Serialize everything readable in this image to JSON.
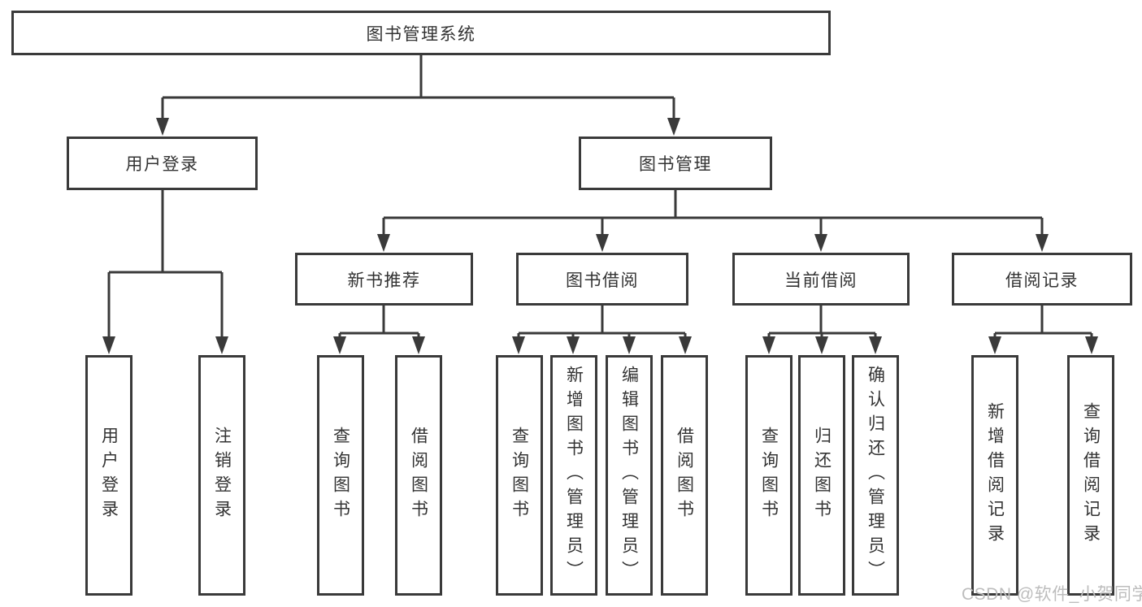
{
  "diagram": {
    "nodes": {
      "root": {
        "label": "图书管理系统"
      },
      "user_login": {
        "label": "用户登录"
      },
      "book_mgmt": {
        "label": "图书管理"
      },
      "new_books": {
        "label": "新书推荐"
      },
      "book_borrow": {
        "label": "图书借阅"
      },
      "current_borrow": {
        "label": "当前借阅"
      },
      "borrow_records": {
        "label": "借阅记录"
      },
      "leaf_user_login": {
        "label": "用户登录"
      },
      "leaf_logout": {
        "label": "注销登录"
      },
      "leaf_nb_query": {
        "label": "查询图书"
      },
      "leaf_nb_borrow": {
        "label": "借阅图书"
      },
      "leaf_bb_query": {
        "label": "查询图书"
      },
      "leaf_bb_add": {
        "label": "新增图书（管理员）"
      },
      "leaf_bb_edit": {
        "label": "编辑图书（管理员）"
      },
      "leaf_bb_borrow": {
        "label": "借阅图书"
      },
      "leaf_cb_query": {
        "label": "查询图书"
      },
      "leaf_cb_return": {
        "label": "归还图书"
      },
      "leaf_cb_confirm": {
        "label": "确认归还（管理员）"
      },
      "leaf_br_add": {
        "label": "新增借阅记录"
      },
      "leaf_br_query": {
        "label": "查询借阅记录"
      }
    },
    "watermark": {
      "text": "CSDN @软件_小贺同学"
    },
    "colors": {
      "line": "#3a3a3a",
      "text": "#333333",
      "watermark": "#bdbdbd",
      "background": "#ffffff"
    }
  }
}
